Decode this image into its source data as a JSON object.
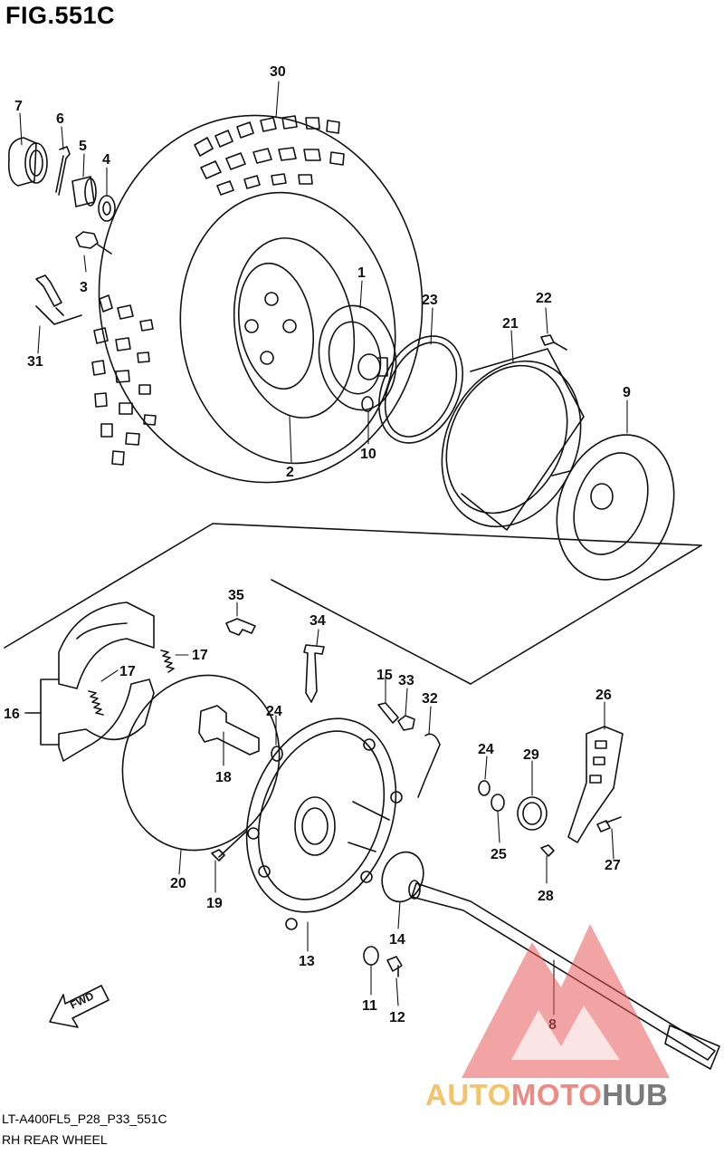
{
  "figure": {
    "title": "FIG.551C"
  },
  "footer": {
    "code": "LT-A400FL5_P28_P33_551C",
    "name": "RH REAR WHEEL"
  },
  "fwd_label": "FWD",
  "watermark": {
    "part1": "AUTO",
    "part2": "MOTO",
    "part3": "HUB",
    "colors": {
      "auto": "#f3c46a",
      "moto": "#ee8a84",
      "hub": "#7a7a7a",
      "triangle": "#e8575a"
    }
  },
  "callouts": [
    "30",
    "7",
    "6",
    "5",
    "4",
    "3",
    "31",
    "1",
    "23",
    "22",
    "21",
    "9",
    "10",
    "2",
    "35",
    "34",
    "17",
    "17",
    "16",
    "15",
    "33",
    "32",
    "24",
    "26",
    "24",
    "29",
    "18",
    "20",
    "19",
    "25",
    "27",
    "28",
    "14",
    "13",
    "11",
    "12",
    "8"
  ]
}
